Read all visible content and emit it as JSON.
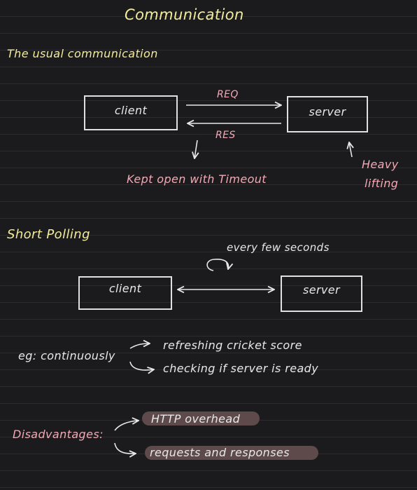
{
  "title": "Communication",
  "usual": {
    "heading": "The usual communication",
    "client": "client",
    "server": "server",
    "req": "REQ",
    "res": "RES",
    "kept_open": "Kept open with Timeout",
    "heavy": "Heavy",
    "lifting": "lifting"
  },
  "polling": {
    "heading": "Short Polling",
    "every": "every few seconds",
    "client": "client",
    "server": "server"
  },
  "examples": {
    "eg": "eg: continuously",
    "item1": "refreshing cricket score",
    "item2": "checking if server is ready"
  },
  "disadvantages": {
    "label": "Disadvantages:",
    "item1": "HTTP overhead",
    "item2": "requests and responses"
  },
  "colors": {
    "background": "#1b1b1d",
    "title": "#f3ec9a",
    "accent": "#f3a9b5",
    "ink": "#e8e8e8",
    "highlight": "#5e4a4b"
  }
}
